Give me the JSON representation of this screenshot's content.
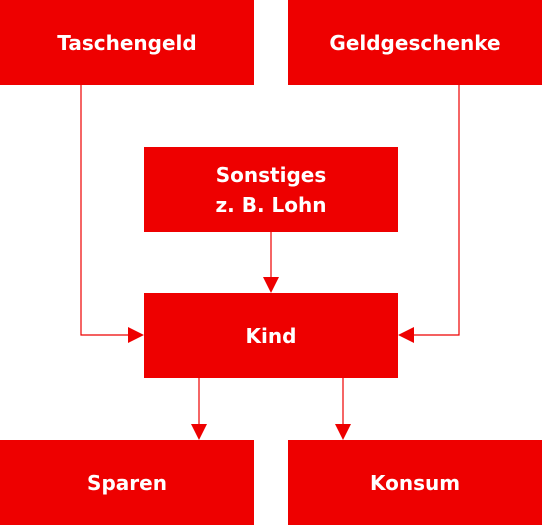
{
  "diagram": {
    "accent_color": "#ee0000",
    "nodes": {
      "taschengeld": {
        "label": "Taschengeld"
      },
      "geldgeschenke": {
        "label": "Geldgeschenke"
      },
      "sonstiges": {
        "line1": "Sonstiges",
        "line2": "z. B. Lohn"
      },
      "kind": {
        "label": "Kind"
      },
      "sparen": {
        "label": "Sparen"
      },
      "konsum": {
        "label": "Konsum"
      }
    },
    "edges": [
      {
        "from": "Taschengeld",
        "to": "Kind"
      },
      {
        "from": "Geldgeschenke",
        "to": "Kind"
      },
      {
        "from": "Sonstiges",
        "to": "Kind"
      },
      {
        "from": "Kind",
        "to": "Sparen"
      },
      {
        "from": "Kind",
        "to": "Konsum"
      }
    ]
  }
}
